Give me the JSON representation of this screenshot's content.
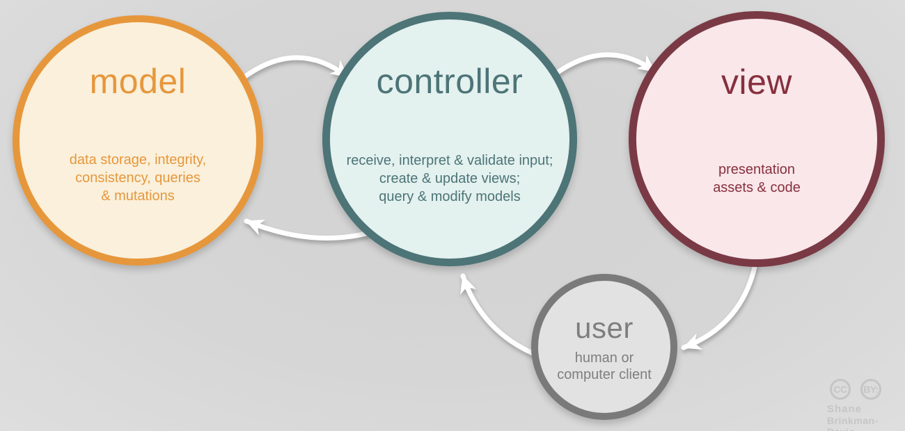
{
  "background_color": "#d4d4d4",
  "arrow_color": "#ffffff",
  "nodes": {
    "model": {
      "title": "model",
      "description_lines": [
        "data storage, integrity,",
        "consistency, queries",
        "& mutations"
      ],
      "border_color": "#e6973c",
      "fill_color": "#faf0db",
      "text_color": "#e6973c"
    },
    "controller": {
      "title": "controller",
      "description_lines": [
        "receive, interpret & validate input;",
        "create & update views;",
        "query & modify models"
      ],
      "border_color": "#4d7477",
      "fill_color": "#e3f1ef",
      "text_color": "#4d7477"
    },
    "view": {
      "title": "view",
      "description_lines": [
        "presentation",
        "assets & code"
      ],
      "border_color": "#7a3a45",
      "fill_color": "#f9e7ea",
      "text_color": "#86303d"
    },
    "user": {
      "title": "user",
      "description_lines": [
        "human or",
        "computer client"
      ],
      "border_color": "#7a7a7a",
      "fill_color": "#e2e2e2",
      "text_color": "#7e7e7e"
    }
  },
  "edges": [
    {
      "name": "model-to-controller",
      "from": "model",
      "to": "controller"
    },
    {
      "name": "controller-to-view",
      "from": "controller",
      "to": "view"
    },
    {
      "name": "controller-to-model",
      "from": "controller",
      "to": "model"
    },
    {
      "name": "view-to-user",
      "from": "view",
      "to": "user"
    },
    {
      "name": "user-to-controller",
      "from": "user",
      "to": "controller"
    }
  ],
  "attribution": {
    "badge_cc": "CC",
    "badge_by": "BY:",
    "author_line1": "Shane",
    "author_line2": "Brinkman-Davis",
    "text_color": "#c6c6c6"
  }
}
